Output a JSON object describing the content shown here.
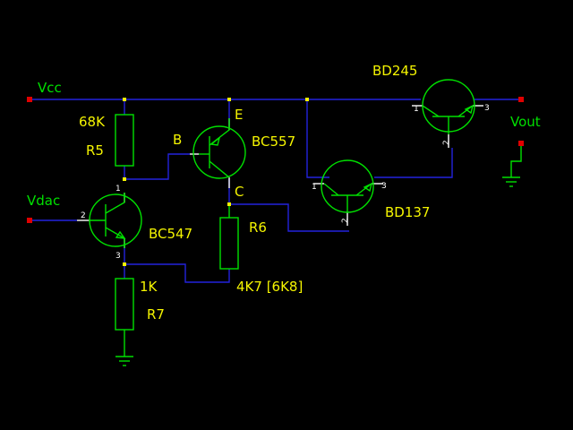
{
  "nets": {
    "vcc": "Vcc",
    "vdac": "Vdac",
    "vout": "Vout"
  },
  "components": {
    "r5": {
      "designator": "R5",
      "value": "68K"
    },
    "r6": {
      "designator": "R6",
      "value": "4K7 [6K8]"
    },
    "r7": {
      "designator": "R7",
      "value": "1K"
    },
    "q_bc557": {
      "part": "BC557",
      "pin_b": "B",
      "pin_e": "E",
      "pin_c": "C"
    },
    "q_bc547": {
      "part": "BC547",
      "pin1": "1",
      "pin2": "2",
      "pin3": "3"
    },
    "q_bd137": {
      "part": "BD137",
      "pin1": "1",
      "pin2": "2",
      "pin3": "3"
    },
    "q_bd245": {
      "part": "BD245",
      "pin1": "1",
      "pin2": "2",
      "pin3": "3"
    }
  },
  "colors": {
    "background": "#000000",
    "wire": "#2222dd",
    "component": "#00e000",
    "label": "#f5f500",
    "junction": "#f5f500",
    "terminal": "#e00000"
  }
}
